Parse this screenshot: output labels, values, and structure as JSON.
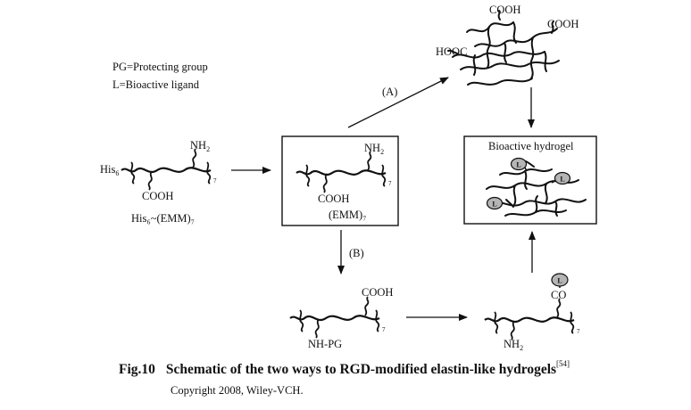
{
  "legend": {
    "pg": "PG=Protecting group",
    "l": "L=Bioactive ligand"
  },
  "start": {
    "prefix": "His",
    "prefix_sub": "6",
    "nh2": "NH",
    "nh2_sub": "2",
    "cooh": "COOH",
    "repeat": "7",
    "name": "His₆~(EMM)₇"
  },
  "emm": {
    "nh2": "NH",
    "nh2_sub": "2",
    "cooh": "COOH",
    "repeat": "7",
    "name": "(EMM)₇"
  },
  "route_a": "(A)",
  "route_b": "(B)",
  "network_top": {
    "cooh_1": "COOH",
    "cooh_2": "COOH",
    "hooc": "HOOC"
  },
  "hydrogel": {
    "title": "Bioactive hydrogel",
    "ligand_letter": "L"
  },
  "protected": {
    "cooh": "COOH",
    "nhpg": "NH-PG",
    "repeat": "7"
  },
  "ligated": {
    "co": "CO",
    "nh2": "NH",
    "nh2_sub": "2",
    "ligand_letter": "L",
    "repeat": "7"
  },
  "caption": {
    "fig": "Fig.10",
    "text": "Schematic of the two ways to RGD-modified elastin-like hydrogels",
    "ref": "[54]",
    "copyright": "Copyright 2008, Wiley-VCH."
  }
}
